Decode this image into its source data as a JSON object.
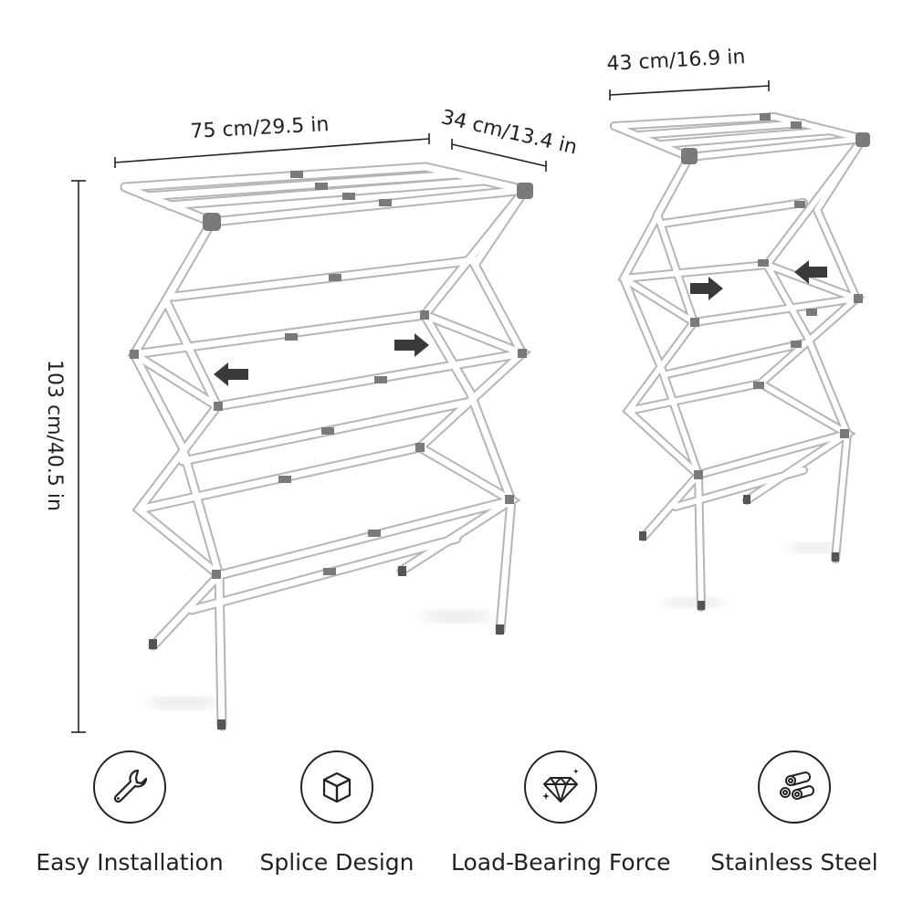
{
  "dimensions": {
    "large_width": "75 cm/29.5 in",
    "large_depth": "34 cm/13.4 in",
    "large_height": "103 cm/40.5 in",
    "small_width": "43 cm/16.9 in"
  },
  "features": [
    {
      "label": "Easy Installation",
      "icon": "wrench-icon"
    },
    {
      "label": "Splice Design",
      "icon": "cube-icon"
    },
    {
      "label": "Load-Bearing Force",
      "icon": "diamond-icon"
    },
    {
      "label": "Stainless Steel",
      "icon": "steel-rolls-icon"
    }
  ],
  "colors": {
    "frame": "#ffffff",
    "frame_outline": "#b8b8b8",
    "joint": "#7a7a7a",
    "arrow": "#3a3a3a",
    "text": "#222222"
  }
}
